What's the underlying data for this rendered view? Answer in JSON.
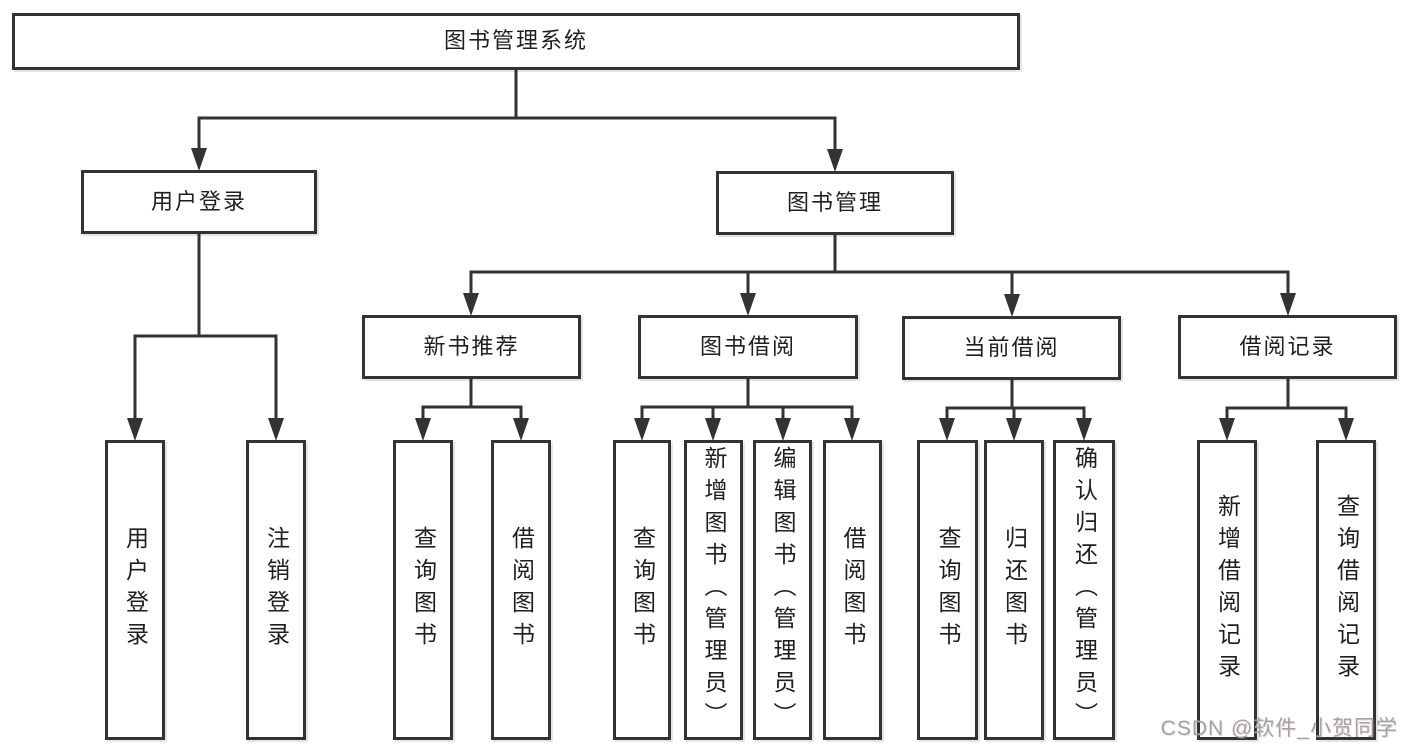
{
  "diagram": {
    "tree": {
      "label": "图书管理系统",
      "children": [
        {
          "label": "用户登录",
          "children": [
            {
              "label": "用户登录"
            },
            {
              "label": "注销登录"
            }
          ]
        },
        {
          "label": "图书管理",
          "children": [
            {
              "label": "新书推荐",
              "children": [
                {
                  "label": "查询图书"
                },
                {
                  "label": "借阅图书"
                }
              ]
            },
            {
              "label": "图书借阅",
              "children": [
                {
                  "label": "查询图书"
                },
                {
                  "label": "新增图书（管理员）"
                },
                {
                  "label": "编辑图书（管理员）"
                },
                {
                  "label": "借阅图书"
                }
              ]
            },
            {
              "label": "当前借阅",
              "children": [
                {
                  "label": "查询图书"
                },
                {
                  "label": "归还图书"
                },
                {
                  "label": "确认归还（管理员）"
                }
              ]
            },
            {
              "label": "借阅记录",
              "children": [
                {
                  "label": "新增借阅记录"
                },
                {
                  "label": "查询借阅记录"
                }
              ]
            }
          ]
        }
      ]
    },
    "colors": {
      "line": "#333333",
      "text": "#1f1f1f",
      "background": "#ffffff",
      "watermark": "#a3a3a3"
    }
  },
  "watermark": {
    "text": "CSDN @软件_小贺同学"
  }
}
